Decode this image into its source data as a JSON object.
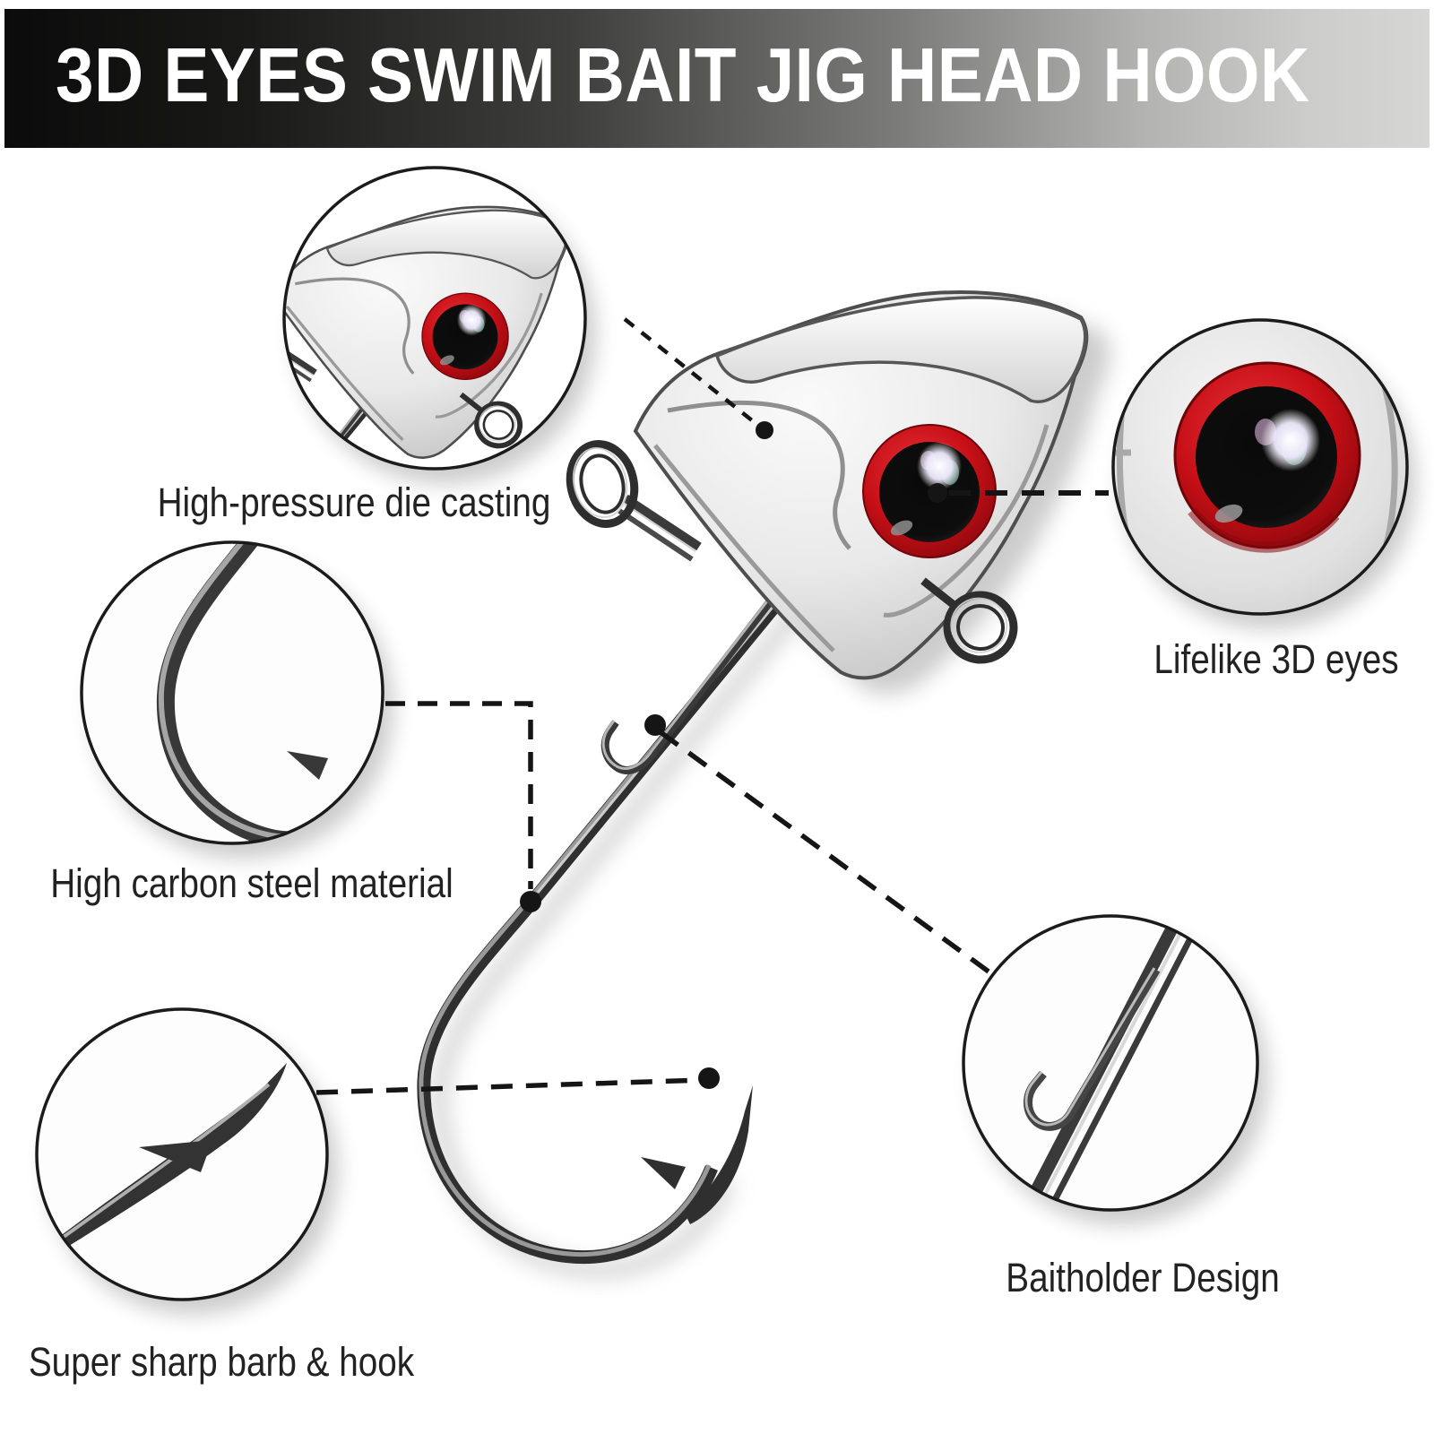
{
  "banner": {
    "title": "3D EYES SWIM BAIT JIG HEAD HOOK"
  },
  "callouts": [
    {
      "id": "die-casting",
      "label": "High-pressure die casting"
    },
    {
      "id": "3d-eyes",
      "label": "Lifelike 3D eyes"
    },
    {
      "id": "carbon-steel",
      "label": "High carbon steel material"
    },
    {
      "id": "sharp-barb",
      "label": "Super sharp barb & hook"
    },
    {
      "id": "baitholder",
      "label": "Baitholder Design"
    }
  ],
  "colors": {
    "eye_ring_red": "#c60f16",
    "banner_dark": "#0b0b0b",
    "banner_light": "#d6d6d4",
    "label_text": "#222222",
    "metal_dark": "#2f2f2f",
    "head_silver": "#e8e8e8"
  }
}
